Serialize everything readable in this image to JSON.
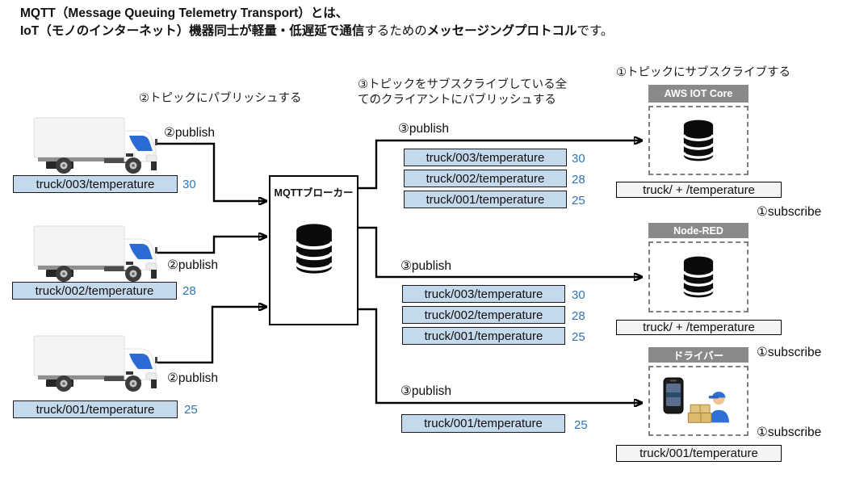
{
  "title": {
    "line1": "MQTT（Message Queuing Telemetry Transport）とは、",
    "line2_bold_a": "IoT（モノのインターネット）機器同士が軽量・低遅延で通信",
    "line2_plain_a": "するための",
    "line2_bold_b": "メッセージングプロトコル",
    "line2_plain_b": "です。"
  },
  "annotations": {
    "step2_heading": "②トピックにパブリッシュする",
    "step3_heading_line1": "③トピックをサブスクライブしている全",
    "step3_heading_line2": "てのクライアントにパブリッシュする",
    "step1_heading": "①トピックにサブスクライブする"
  },
  "broker": {
    "label": "MQTTブローカー"
  },
  "trucks": [
    {
      "topic": "truck/003/temperature",
      "value": "30",
      "publish": "②publish"
    },
    {
      "topic": "truck/002/temperature",
      "value": "28",
      "publish": "②publish"
    },
    {
      "topic": "truck/001/temperature",
      "value": "25",
      "publish": "②publish"
    }
  ],
  "publish_groups": [
    {
      "label": "③publish",
      "messages": [
        {
          "topic": "truck/003/temperature",
          "value": "30"
        },
        {
          "topic": "truck/002/temperature",
          "value": "28"
        },
        {
          "topic": "truck/001/temperature",
          "value": "25"
        }
      ]
    },
    {
      "label": "③publish",
      "messages": [
        {
          "topic": "truck/003/temperature",
          "value": "30"
        },
        {
          "topic": "truck/002/temperature",
          "value": "28"
        },
        {
          "topic": "truck/001/temperature",
          "value": "25"
        }
      ]
    },
    {
      "label": "③publish",
      "messages": [
        {
          "topic": "truck/001/temperature",
          "value": "25"
        }
      ]
    }
  ],
  "subscribers": [
    {
      "name": "AWS IOT Core",
      "topic": "truck/ + /temperature",
      "subscribe": "①subscribe"
    },
    {
      "name": "Node-RED",
      "topic": "truck/ + /temperature",
      "subscribe": "①subscribe"
    },
    {
      "name": "ドライバー",
      "topic": "truck/001/temperature",
      "subscribe": "①subscribe"
    }
  ],
  "colors": {
    "topic_box_blue": "#c5d9ec",
    "value_blue": "#2e75b6",
    "header_gray": "#8a8a8a",
    "subscriber_topic_bg": "#f4f4f4",
    "windshield_blue": "#2a6bd4",
    "arrow_black": "#000000"
  }
}
